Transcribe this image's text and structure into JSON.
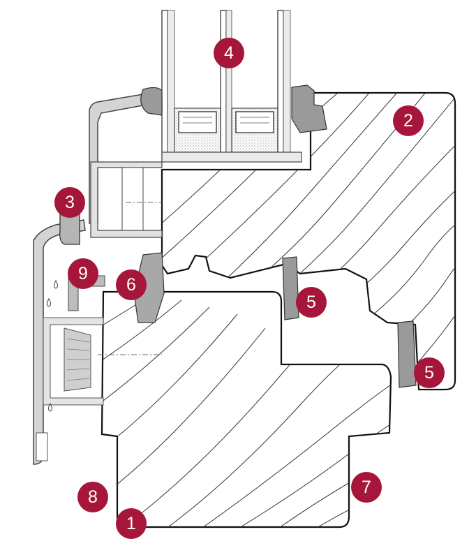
{
  "colors": {
    "marker": "#A6163A",
    "wood_fill": "#ffffff",
    "outline": "#1a1a1a",
    "aluminium": "#d4d4d4",
    "aluminium_dark": "#8c8c8c",
    "gasket": "#9a9a9a",
    "glass_spacer": "#f0f0f0"
  },
  "callouts": [
    {
      "id": "1",
      "label": "1"
    },
    {
      "id": "2",
      "label": "2"
    },
    {
      "id": "3",
      "label": "3"
    },
    {
      "id": "4",
      "label": "4"
    },
    {
      "id": "5a",
      "label": "5"
    },
    {
      "id": "5b",
      "label": "5"
    },
    {
      "id": "6",
      "label": "6"
    },
    {
      "id": "7",
      "label": "7"
    },
    {
      "id": "8",
      "label": "8"
    },
    {
      "id": "9",
      "label": "9"
    }
  ]
}
